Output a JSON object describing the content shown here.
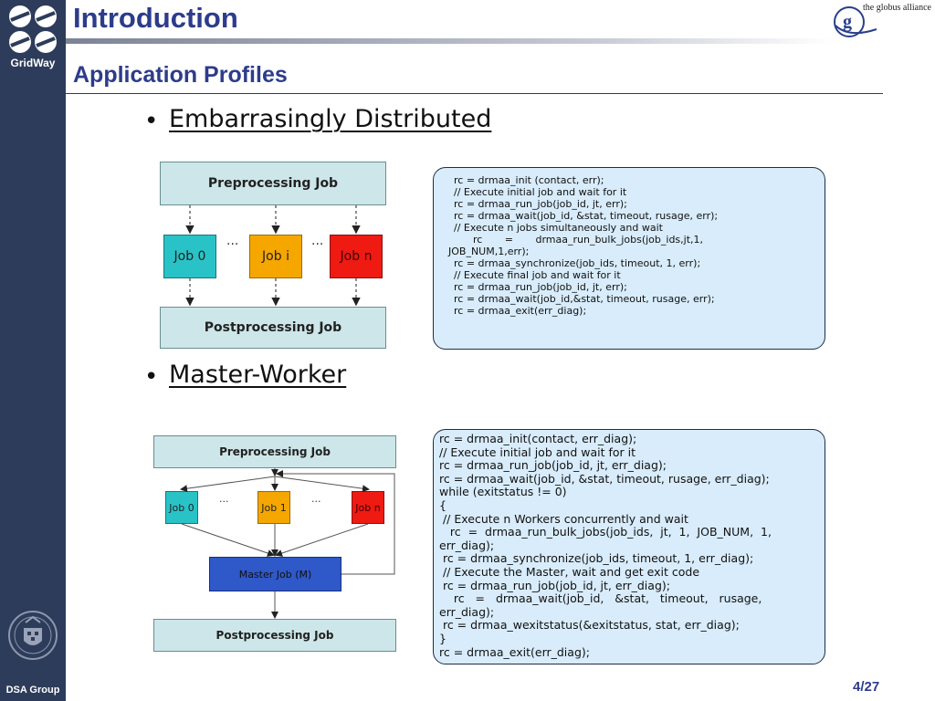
{
  "sidebar": {
    "logo_text": "GridWay",
    "footer_text": "DSA Group"
  },
  "header": {
    "title": "Introduction",
    "subtitle": "Application Profiles",
    "partner": "the globus alliance",
    "partner_mark": "g"
  },
  "section1": {
    "heading": "Embarrasingly Distributed",
    "diagram": {
      "pre": "Preprocessing Job",
      "jobs": [
        "Job 0",
        "Job i",
        "Job n"
      ],
      "ellipsis": "...",
      "post": "Postprocessing Job"
    },
    "code": [
      "rc = drmaa_init (contact, err);",
      "// Execute initial job and wait for it",
      "rc = drmaa_run_job(job_id, jt, err);",
      "rc = drmaa_wait(job_id, &stat, timeout, rusage, err);",
      "// Execute n jobs simultaneously and wait",
      "      rc       =       drmaa_run_bulk_jobs(job_ids,jt,1,",
      "JOB_NUM,1,err);",
      "rc = drmaa_synchronize(job_ids, timeout, 1, err);",
      "// Execute final job and wait for it",
      "rc = drmaa_run_job(job_id, jt, err);",
      "rc = drmaa_wait(job_id,&stat, timeout, rusage, err);",
      "rc = drmaa_exit(err_diag);"
    ]
  },
  "section2": {
    "heading": "Master-Worker",
    "diagram": {
      "pre": "Preprocessing Job",
      "jobs": [
        "Job 0",
        "Job 1",
        "Job n"
      ],
      "ellipsis": "...",
      "master": "Master Job (M)",
      "post": "Postprocessing Job"
    },
    "code": [
      "rc = drmaa_init(contact, err_diag);",
      "// Execute initial job and wait for it",
      "rc = drmaa_run_job(job_id, jt, err_diag);",
      "rc = drmaa_wait(job_id, &stat, timeout, rusage, err_diag);",
      "while (exitstatus != 0)",
      "{",
      " // Execute n Workers concurrently and wait",
      "   rc  =  drmaa_run_bulk_jobs(job_ids,  jt,  1,  JOB_NUM,  1,",
      "err_diag);",
      " rc = drmaa_synchronize(job_ids, timeout, 1, err_diag);",
      " // Execute the Master, wait and get exit code",
      " rc = drmaa_run_job(job_id, jt, err_diag);",
      "    rc   =   drmaa_wait(job_id,   &stat,   timeout,   rusage,",
      "err_diag);",
      " rc = drmaa_wexitstatus(&exitstatus, stat, err_diag);",
      "}",
      "rc = drmaa_exit(err_diag);"
    ]
  },
  "footer": {
    "page": "4/27"
  }
}
